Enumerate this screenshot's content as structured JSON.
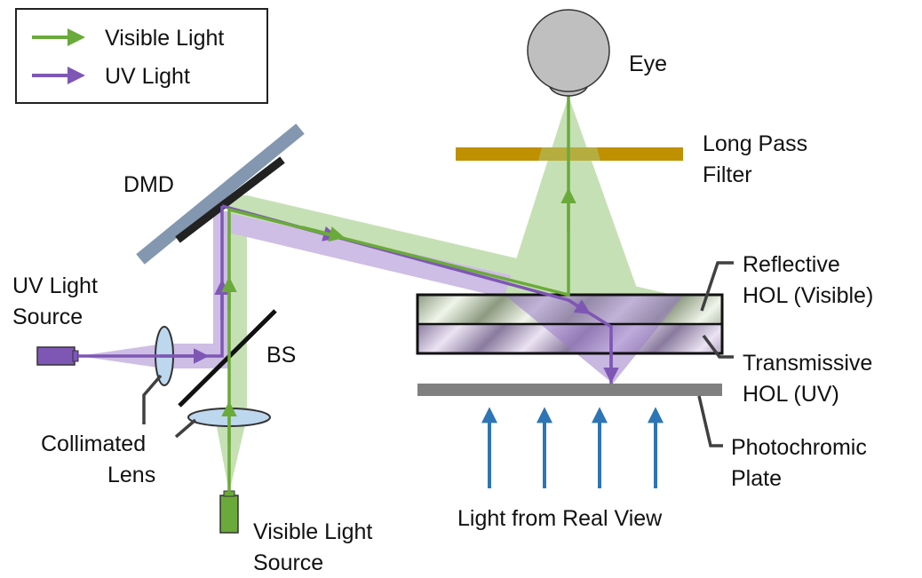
{
  "legend": {
    "items": [
      {
        "label": "Visible Light",
        "color": "#6aaa3a"
      },
      {
        "label": "UV Light",
        "color": "#7e57b5"
      }
    ]
  },
  "labels": {
    "eye": "Eye",
    "long_pass_filter": [
      "Long Pass",
      "Filter"
    ],
    "dmd": "DMD",
    "uv_source": [
      "UV Light",
      "Source"
    ],
    "bs": "BS",
    "collimated_lens": [
      "Collimated",
      "Lens"
    ],
    "visible_source": [
      "Visible Light",
      "Source"
    ],
    "reflective_hol": [
      "Reflective",
      "HOL (Visible)"
    ],
    "transmissive_hol": [
      "Transmissive",
      "HOL (UV)"
    ],
    "photochromic_plate": [
      "Photochromic",
      "Plate"
    ],
    "real_view": "Light from Real View"
  },
  "colors": {
    "visible": "#6aaa3a",
    "visible_beam": "#a9d18e",
    "uv": "#7e57b5",
    "uv_beam": "#b49ad6",
    "dmd_body": "#8497b0",
    "filter": "#bf9000",
    "plate": "#808080",
    "lens": "#bdd7ee",
    "eye": "#bfbfbf",
    "real_light": "#2e75b6",
    "leader": "#404040"
  }
}
